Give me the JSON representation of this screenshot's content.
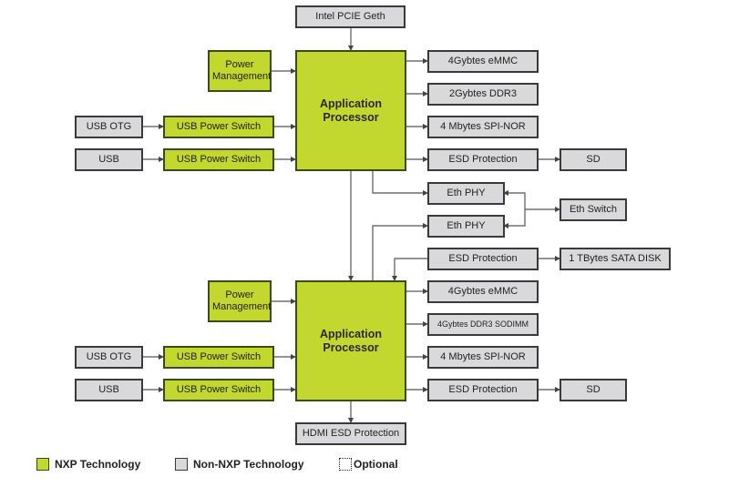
{
  "colors": {
    "nxp": "#c3d82e",
    "non_nxp": "#d9d9db",
    "line": "#555555"
  },
  "blocks": {
    "pcie": "Intel PCIE Geth",
    "proc1": "Application Processor",
    "pm1": "Power Management",
    "usbotg1": "USB OTG",
    "usbps1a": "USB Power Switch",
    "usb1": "USB",
    "usbps1b": "USB Power Switch",
    "emmc1": "4Gybtes eMMC",
    "ddr1": "2Gybtes DDR3",
    "nor1": "4 Mbytes SPI-NOR",
    "esd1": "ESD Protection",
    "sd1": "SD",
    "ethphy1": "Eth PHY",
    "ethphy2": "Eth PHY",
    "ethswitch": "Eth Switch",
    "esdsata": "ESD Protection",
    "sata": "1 TBytes SATA DISK",
    "proc2": "Application Processor",
    "pm2": "Power Management",
    "usbotg2": "USB OTG",
    "usbps2a": "USB Power Switch",
    "usb2": "USB",
    "usbps2b": "USB Power Switch",
    "emmc2": "4Gybtes eMMC",
    "ddr2": "4Gybtes DDR3 SODIMM",
    "nor2": "4 Mbytes SPI-NOR",
    "esd2": "ESD Protection",
    "sd2": "SD",
    "hdmi": "HDMI ESD Protection"
  },
  "legend": {
    "nxp": "NXP Technology",
    "non_nxp": "Non-NXP Technology",
    "optional": "Optional"
  }
}
